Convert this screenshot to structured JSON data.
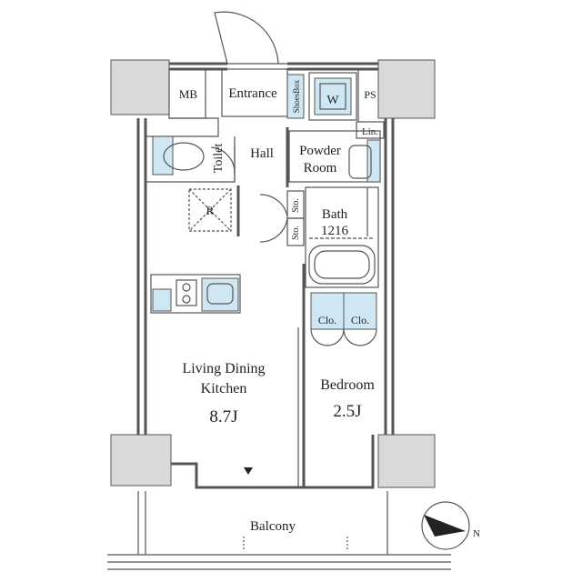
{
  "rooms": {
    "mb": "MB",
    "entrance": "Entrance",
    "shoes_box": "ShoesBox",
    "washer": "W",
    "ps": "PS",
    "linen": "Lin.",
    "toilet": "Toilet",
    "hall": "Hall",
    "powder_line1": "Powder",
    "powder_line2": "Room",
    "refrigerator": "R",
    "storage_1": "Sto.",
    "storage_2": "Sto.",
    "bath": "Bath",
    "bath_size": "1216",
    "closet_1": "Clo.",
    "closet_2": "Clo.",
    "ldk_line1": "Living Dining",
    "ldk_line2": "Kitchen",
    "ldk_size": "8.7J",
    "bedroom": "Bedroom",
    "bedroom_size": "2.5J",
    "balcony": "Balcony"
  },
  "compass": {
    "direction_label": "N"
  },
  "colors": {
    "fixture_blue": "#cfe6f3",
    "column_gray": "#d9d9d9",
    "wall": "#555555"
  }
}
